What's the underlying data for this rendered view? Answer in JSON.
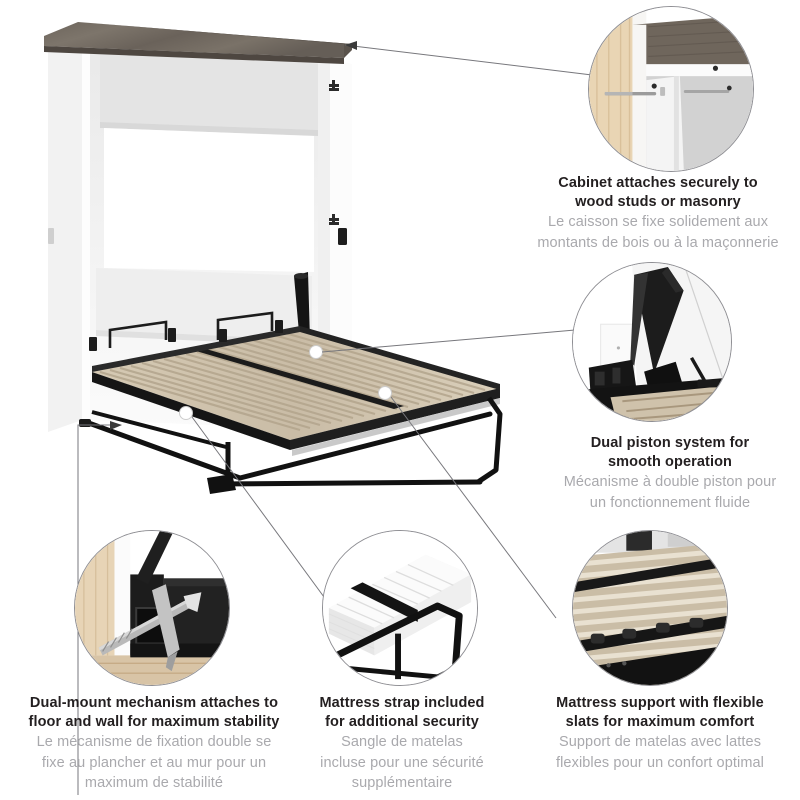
{
  "page": {
    "background": "#ffffff",
    "headline_color": "#231f20",
    "subtitle_color": "#a9a9ad",
    "line_color": "#8e8e93"
  },
  "product": {
    "name": "murphy-bed-cabinet",
    "cabinet_body_color": "#ffffff",
    "cabinet_top_color": "#6f675f",
    "frame_color": "#1a1a1a",
    "slat_color": "#cfc2ab"
  },
  "callouts": [
    {
      "id": "cabinet-mount",
      "en_line1": "Cabinet attaches securely to",
      "en_line2": "wood studs or masonry",
      "fr_line1": "Le caisson se fixe solidement aux",
      "fr_line2": "montants de bois ou à la maçonnerie",
      "image": "wall-stud-screw-detail"
    },
    {
      "id": "dual-piston",
      "en_line1": "Dual piston system for",
      "en_line2": "smooth operation",
      "fr_line1": "Mécanisme à double piston pour",
      "fr_line2": "un fonctionnement fluide",
      "image": "piston-mechanism-detail"
    },
    {
      "id": "dual-mount",
      "en_line1": "Dual-mount mechanism attaches to",
      "en_line2": "floor and wall for maximum stability",
      "fr_line1": "Le mécanisme de fixation double se",
      "fr_line2": "fixe au plancher et au mur pour un",
      "fr_line3": "maximum de stabilité",
      "image": "floor-wall-screw-detail"
    },
    {
      "id": "mattress-strap",
      "en_line1": "Mattress strap included",
      "en_line2": "for additional security",
      "fr_line1": "Sangle de matelas",
      "fr_line2": "incluse pour une sécurité",
      "fr_line3": "supplémentaire",
      "image": "mattress-strap-detail"
    },
    {
      "id": "mattress-support",
      "en_line1": "Mattress support with flexible",
      "en_line2": "slats for maximum comfort",
      "fr_line1": "Support de matelas avec lattes",
      "fr_line2": "flexibles pour un confort optimal",
      "image": "wood-slats-detail"
    }
  ]
}
